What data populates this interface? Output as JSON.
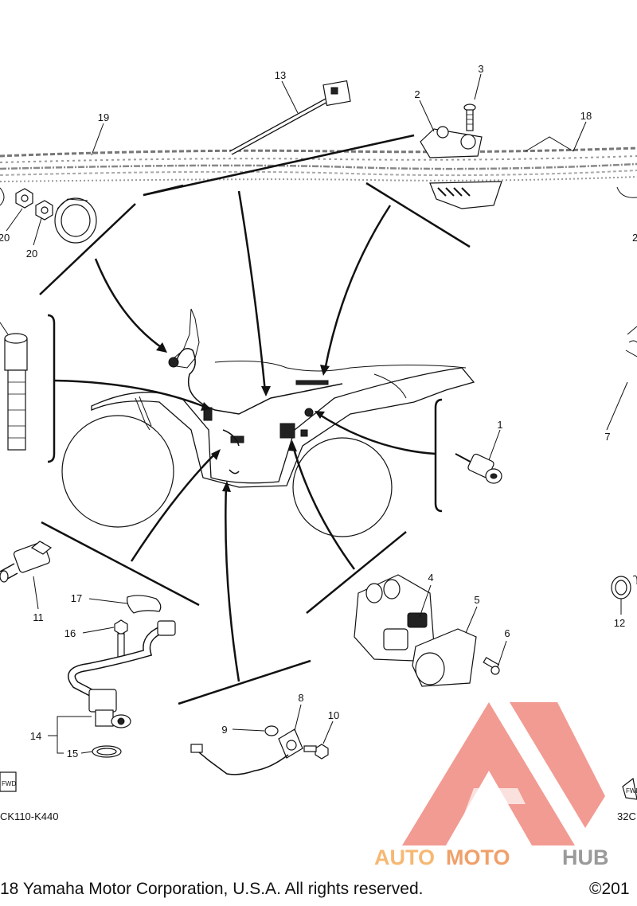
{
  "callouts": [
    {
      "id": "13",
      "text": "13"
    },
    {
      "id": "3",
      "text": "3"
    },
    {
      "id": "2",
      "text": "2"
    },
    {
      "id": "19",
      "text": "19"
    },
    {
      "id": "18",
      "text": "18"
    },
    {
      "id": "20a",
      "text": "20"
    },
    {
      "id": "20b",
      "text": "20"
    },
    {
      "id": "20c",
      "text": "2"
    },
    {
      "id": "1",
      "text": "1"
    },
    {
      "id": "7",
      "text": "7"
    },
    {
      "id": "17",
      "text": "17"
    },
    {
      "id": "16",
      "text": "16"
    },
    {
      "id": "11",
      "text": "11"
    },
    {
      "id": "14",
      "text": "14"
    },
    {
      "id": "15",
      "text": "15"
    },
    {
      "id": "4",
      "text": "4"
    },
    {
      "id": "5",
      "text": "5"
    },
    {
      "id": "6",
      "text": "6"
    },
    {
      "id": "12",
      "text": "12"
    },
    {
      "id": "8",
      "text": "8"
    },
    {
      "id": "9",
      "text": "9"
    },
    {
      "id": "10",
      "text": "10"
    }
  ],
  "codes": {
    "left_code": "CK110-K440",
    "right_code": "32C",
    "fwd_left": "FWD",
    "fwd_right": "FWD"
  },
  "watermark": {
    "part_a": "AUTO",
    "part_b": "MOTO",
    "part_c": "HUB",
    "color_a": "#f6b873",
    "color_b": "#f0a06a",
    "color_c": "#9a9a9a",
    "logo_color": "#f08a80"
  },
  "footer": {
    "copyright": "18 Yamaha Motor Corporation, U.S.A. All rights reserved.",
    "copyright_right": "©201"
  }
}
